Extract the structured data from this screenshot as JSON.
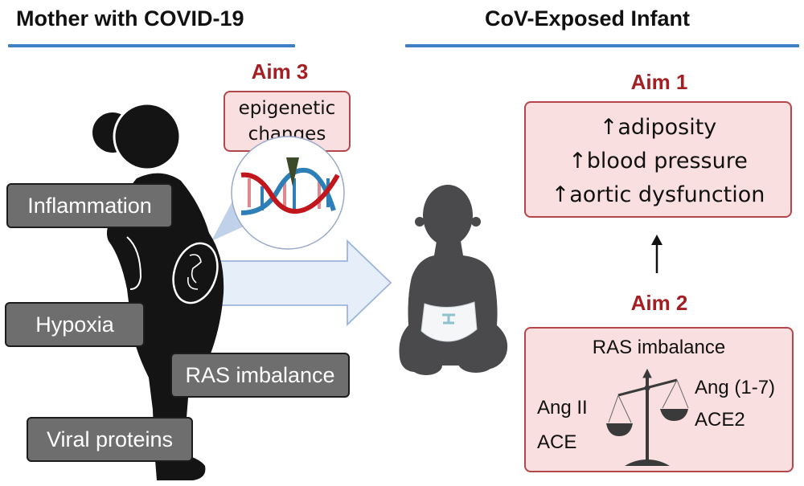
{
  "left_panel": {
    "title": "Mother with COVID-19",
    "factors": [
      "Inflammation",
      "Hypoxia",
      "RAS imbalance",
      "Viral proteins"
    ],
    "aim3": {
      "label": "Aim 3",
      "box_lines": [
        "epigenetic",
        "changes"
      ]
    }
  },
  "right_panel": {
    "title": "CoV-Exposed Infant",
    "aim1": {
      "label": "Aim 1",
      "arrow_symbol": "↑",
      "outcomes": [
        "adiposity",
        "blood pressure",
        "aortic dysfunction"
      ]
    },
    "aim2": {
      "label": "Aim 2",
      "box_title": "RAS imbalance",
      "left_side": [
        "Ang II",
        "ACE"
      ],
      "right_side": [
        "Ang (1-7)",
        "ACE2"
      ]
    }
  },
  "colors": {
    "header_rule": "#3f7fc4",
    "aim_label": "#a31f24",
    "aim_box_fill": "#f9dfe0",
    "aim_box_border": "#b5474c",
    "factor_label_fill": "#6e6e6e",
    "silhouette": "#141414",
    "infant": "#4a4a4c",
    "dna_red": "#c0161c",
    "dna_blue": "#2e7fb8",
    "transfer_arrow_fill": "#e6eef9",
    "transfer_arrow_stroke": "#9db4dc"
  }
}
